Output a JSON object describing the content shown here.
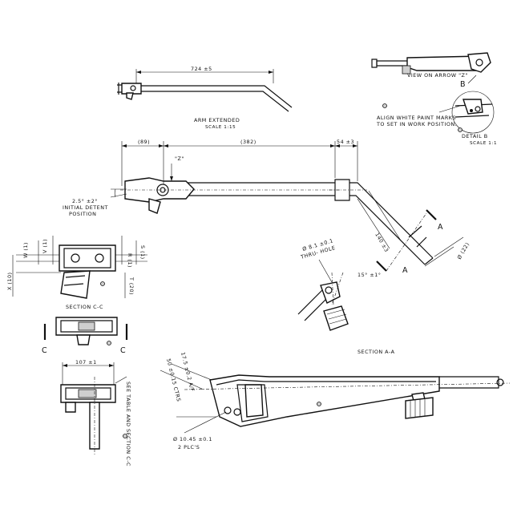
{
  "top_view": {
    "dim_length": "724 ±5",
    "caption": "ARM EXTENDED",
    "scale": "SCALE 1:15"
  },
  "side_view": {
    "dim_89": "(89)",
    "dim_382": "(382)",
    "dim_54": "54 ±3",
    "z_label": "\"Z\"",
    "detent_line1": "2.5° ±2°",
    "detent_line2": "INITIAL DETENT",
    "detent_line3": "POSITION",
    "dim_140": "140 ±3",
    "dim_dia22": "Ø (22)",
    "section_a_top": "A",
    "section_a_bottom": "A"
  },
  "view_z": {
    "caption": "VIEW ON ARROW \"Z\""
  },
  "detail_b": {
    "label": "B",
    "note_line1": "ALIGN WHITE PAINT MARKS",
    "note_line2": "TO SET IN WORK POSITION.",
    "caption": "DETAIL B",
    "scale": "SCALE 1:1"
  },
  "hole": {
    "line1": "Ø 8.1 ±0.1",
    "line2": "THRU- HOLE",
    "angle": "15° ±1°"
  },
  "section_cc": {
    "w": "W (1)",
    "v": "V (1)",
    "r": "R (1)",
    "s": "S (1)",
    "x": "X (10)",
    "t": "T (20)",
    "caption": "SECTION C-C",
    "c_left": "C",
    "c_right": "C"
  },
  "front_view": {
    "dim_107": "107 ±1",
    "see_table": "SEE TABLE AND SECTION C-C"
  },
  "section_aa": {
    "caption": "SECTION A-A",
    "dim_17_5": "17.5 ±0.2 A/F",
    "dim_50": "50 ±0.15 CTRS",
    "hole_line1": "Ø 10.45 ±0.1",
    "hole_line2": "2 PLC'S"
  }
}
